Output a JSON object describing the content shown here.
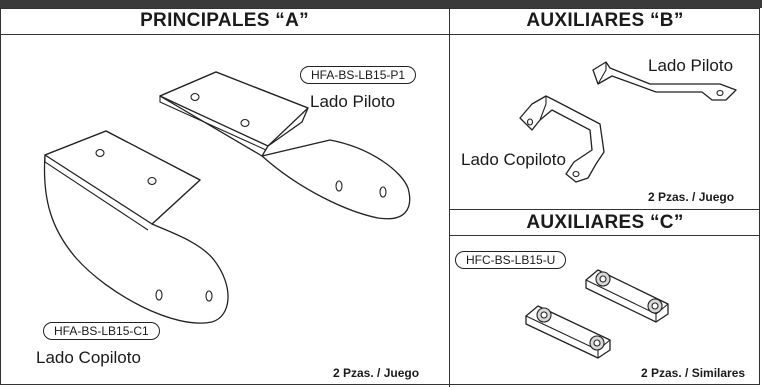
{
  "sections": {
    "a": {
      "title": "PRINCIPALES “A”",
      "part_code_pilot": "HFA-BS-LB15-P1",
      "label_pilot": "Lado Piloto",
      "part_code_copilot": "HFA-BS-LB15-C1",
      "label_copilot": "Lado Copiloto",
      "quantity": "2 Pzas. / Juego"
    },
    "b": {
      "title": "AUXILIARES “B”",
      "label_pilot": "Lado Piloto",
      "label_copilot": "Lado Copiloto",
      "quantity": "2 Pzas. / Juego"
    },
    "c": {
      "title": "AUXILIARES “C”",
      "part_code": "HFC-BS-LB15-U",
      "quantity": "2 Pzas. / Similares"
    }
  },
  "colors": {
    "header_bar": "#3a3a3a",
    "line": "#222222",
    "nut_fill": "#d8d8d8"
  }
}
